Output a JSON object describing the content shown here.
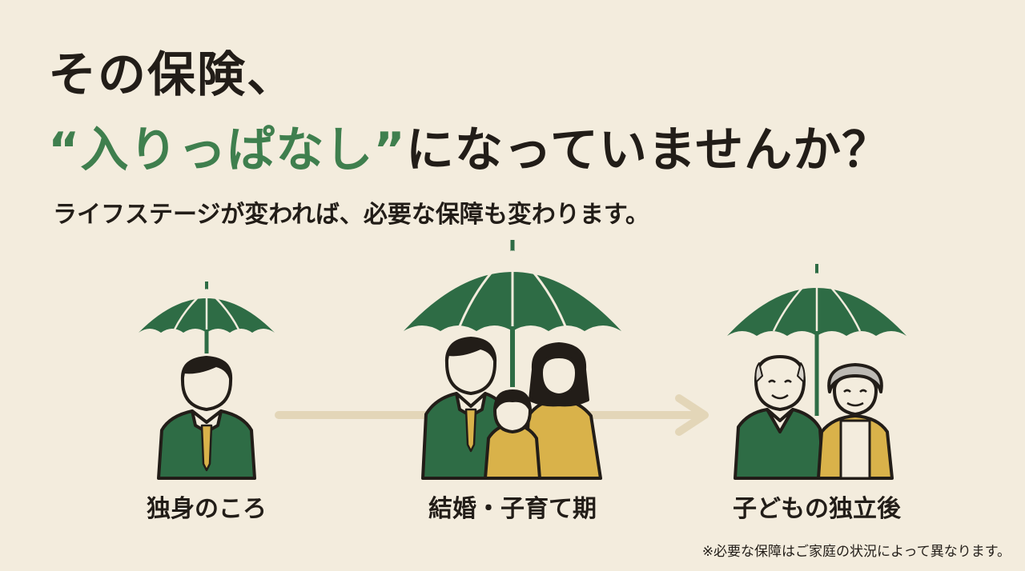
{
  "headline": {
    "line1": "その保険、",
    "line2_highlight": "“入りっぱなし”",
    "line2_rest": "になっていませんか？"
  },
  "subtitle": "ライフステージが変われば、必要な保障も変わります。",
  "stages": [
    {
      "label": "独身のころ"
    },
    {
      "label": "結婚・子育て期"
    },
    {
      "label": "子どもの独立後"
    }
  ],
  "note": "※必要な保障はご家庭の状況によって異なります。",
  "colors": {
    "background": "#f3ecdd",
    "umbrella_green": "#2e6c45",
    "highlight_green": "#3f7f4e",
    "mustard": "#d9b24a",
    "arrow": "#e3d6b8",
    "ink": "#221d18"
  }
}
